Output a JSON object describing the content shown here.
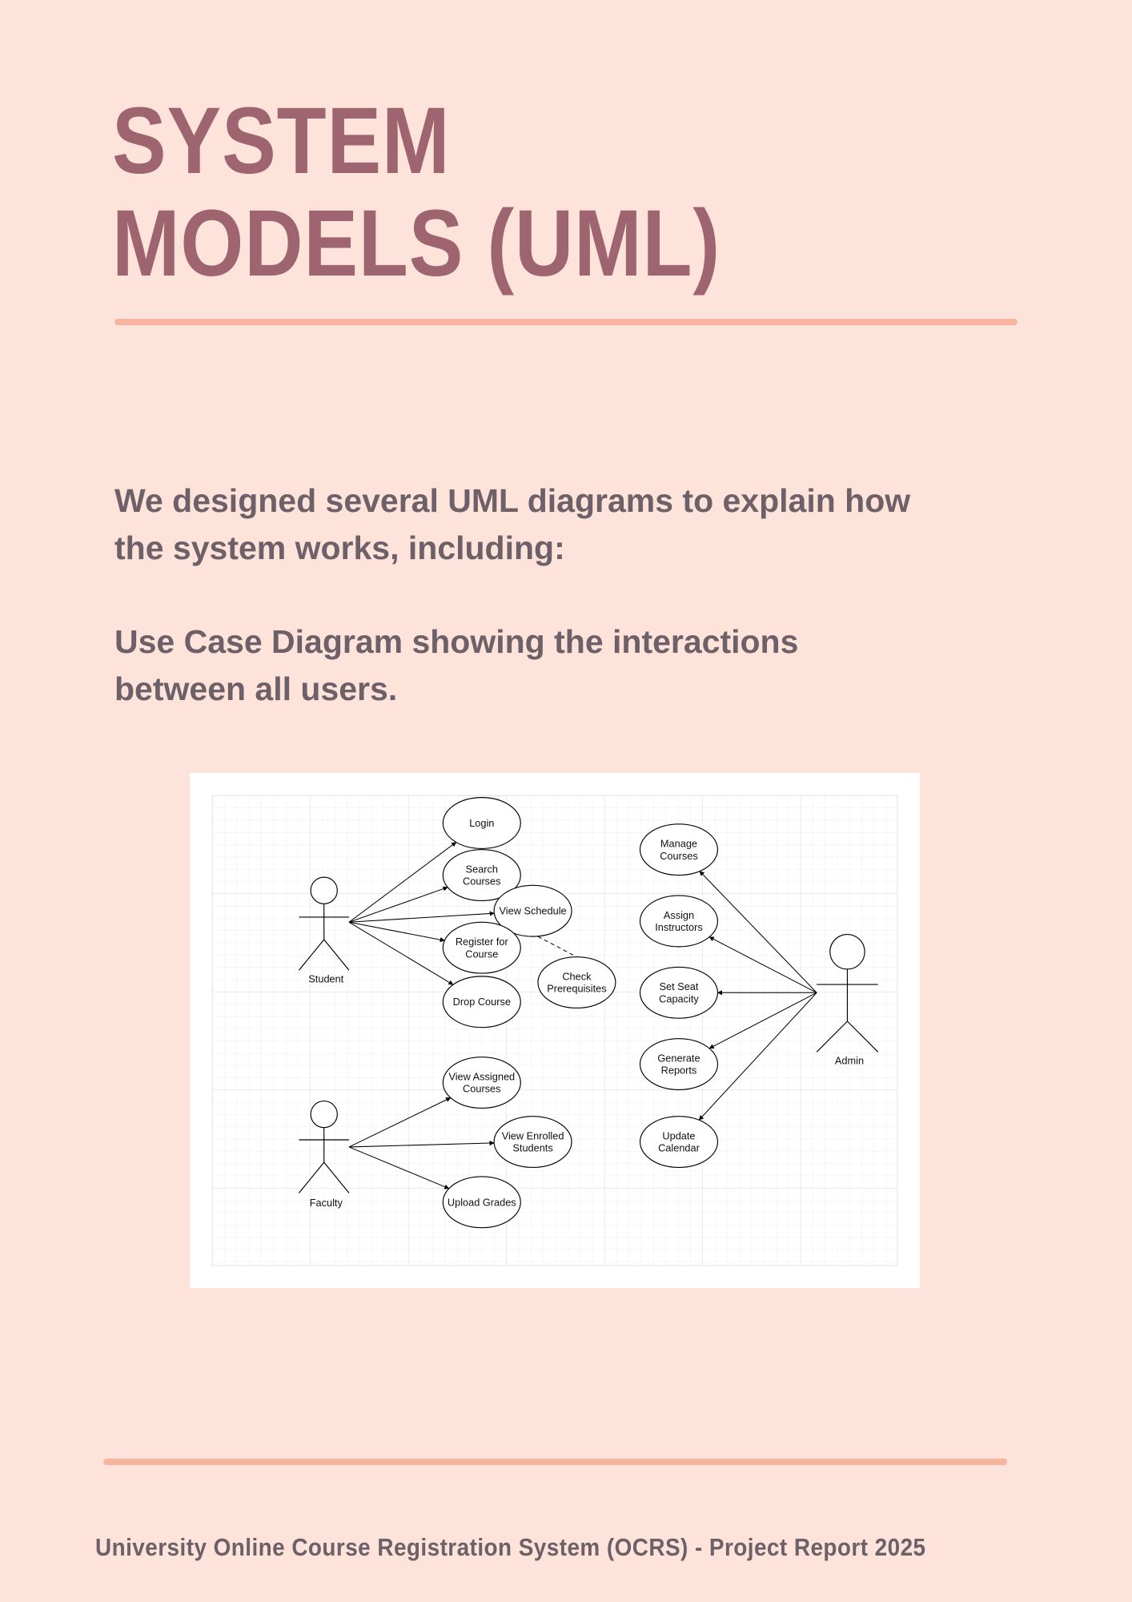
{
  "title": {
    "line1": "SYSTEM",
    "line2": "MODELS (UML)"
  },
  "intro": {
    "line1": "We designed several UML diagrams to explain how",
    "line2": "the system works, including:",
    "line3": "Use Case Diagram showing the interactions",
    "line4": "between all users."
  },
  "diagram": {
    "actors": [
      {
        "label": "Student"
      },
      {
        "label": "Faculty"
      },
      {
        "label": "Admin"
      }
    ],
    "use_cases": [
      {
        "lines": [
          "Login"
        ]
      },
      {
        "lines": [
          "Search",
          "Courses"
        ]
      },
      {
        "lines": [
          "View Schedule"
        ]
      },
      {
        "lines": [
          "Register for",
          "Course"
        ]
      },
      {
        "lines": [
          "Check",
          "Prerequisites"
        ]
      },
      {
        "lines": [
          "Drop Course"
        ]
      },
      {
        "lines": [
          "View Assigned",
          "Courses"
        ]
      },
      {
        "lines": [
          "View Enrolled",
          "Students"
        ]
      },
      {
        "lines": [
          "Upload Grades"
        ]
      },
      {
        "lines": [
          "Manage",
          "Courses"
        ]
      },
      {
        "lines": [
          "Assign",
          "Instructors"
        ]
      },
      {
        "lines": [
          "Set Seat",
          "Capacity"
        ]
      },
      {
        "lines": [
          "Generate",
          "Reports"
        ]
      },
      {
        "lines": [
          "Update",
          "Calendar"
        ]
      }
    ]
  },
  "footer": {
    "text": "University Online Course Registration System (OCRS) - Project Report 2025"
  },
  "colors": {
    "background": "#fde3da",
    "title": "#9e6470",
    "text": "#6e6068",
    "rule": "#f7b5a0"
  }
}
